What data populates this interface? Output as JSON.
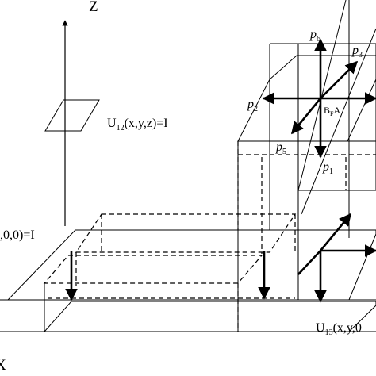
{
  "labels": {
    "axis_z": "Z",
    "axis_x_partial": "X",
    "plane_u12": "U",
    "plane_u12_sub": "12",
    "plane_u12_rest": "(x,y,z)=I",
    "plane_left": ",0,0)=I",
    "plane_u13": "U",
    "plane_u13_sub": "13",
    "plane_u13_rest": "(x,y,0",
    "p1": "p",
    "p1_sub": "1",
    "p2": "p",
    "p2_sub": "2",
    "p3": "p",
    "p3_sub": "3",
    "p5": "p",
    "p5_sub": "5",
    "p6": "p",
    "p6_sub": "6",
    "center_b": "B",
    "center_sub": "F",
    "center_a": "A"
  }
}
